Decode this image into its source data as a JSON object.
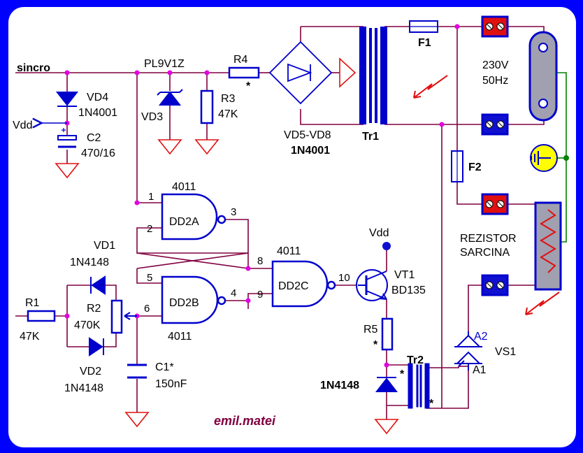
{
  "labels": {
    "sincro": "sincro",
    "vdd_left": "Vdd",
    "vdd_top": "Vdd",
    "vd4_ref": "VD4",
    "vd4_val": "1N4001",
    "c2_ref": "C2",
    "c2_val": "470/16",
    "vd3_ref": "VD3",
    "vd3_val": "PL9V1Z",
    "r4_ref": "R4",
    "r4_star": "*",
    "r3_ref": "R3",
    "r3_val": "47K",
    "bridge_ref": "VD5-VD8",
    "bridge_val": "1N4001",
    "tr1": "Tr1",
    "f1": "F1",
    "f2": "F2",
    "mains_v": "230V",
    "mains_f": "50Hz",
    "load_1": "REZISTOR",
    "load_2": "SARCINA",
    "dd2a": "DD2A",
    "dd2b": "DD2B",
    "dd2c": "DD2C",
    "ic_top_a": "4011",
    "ic_top_c": "4011",
    "ic_bottom_b": "4011",
    "pin1": "1",
    "pin2": "2",
    "pin3": "3",
    "pin4": "4",
    "pin5": "5",
    "pin6": "6",
    "pin8": "8",
    "pin9": "9",
    "pin10": "10",
    "vd1_ref": "VD1",
    "vd1_val": "1N4148",
    "vd2_ref": "VD2",
    "vd2_val": "1N4148",
    "r1_ref": "R1",
    "r1_val": "47K",
    "r2_ref": "R2",
    "r2_val": "470K",
    "c1_ref": "C1*",
    "c1_val": "150nF",
    "vt1_ref": "VT1",
    "vt1_val": "BD135",
    "r5_ref": "R5",
    "r5_star": "*",
    "tr2": "Tr2",
    "diode_bottom": "1N4148",
    "star_a": "*",
    "star_b": "*",
    "vs1_ref": "VS1",
    "vs1_a2": "A2",
    "vs1_a1": "A1",
    "author": "emil.matei"
  },
  "colors": {
    "wire": "#800040",
    "component": "#0000cc",
    "node": "#e000e0",
    "terminal_red": "#e01010",
    "terminal_blue": "#1010d0",
    "ground": "#e01010",
    "arrow": "#e01010",
    "earth_wire": "#008000",
    "earth_fill": "#ffff00"
  }
}
